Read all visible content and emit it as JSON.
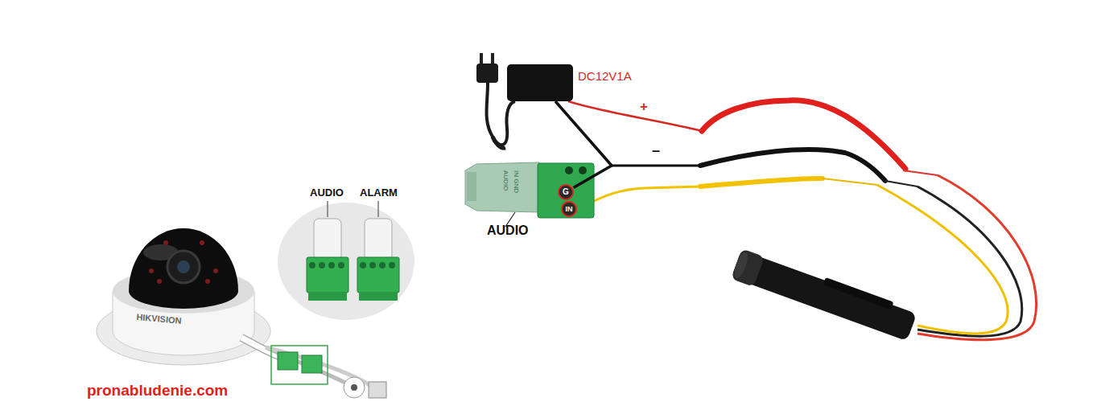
{
  "diagram": {
    "nodes": [
      {
        "text": [
          "DC12V1A"
        ]
      },
      {
        "text": [
          "AUDIO"
        ]
      },
      {
        "text": [
          "G"
        ],
        "in": 1
      },
      {
        "text": [
          "IN"
        ],
        "in": 1
      },
      {
        "text": [
          "AUDIO",
          "ALARM"
        ]
      },
      {
        "text": [
          "HIKVISION"
        ]
      }
    ],
    "edges": [
      {
        "from": 0,
        "to": 2,
        "arrow": "none"
      }
    ],
    "labels": [
      "+",
      "–",
      "AUDIO",
      "IN GND",
      "pronabludenie.com"
    ]
  }
}
